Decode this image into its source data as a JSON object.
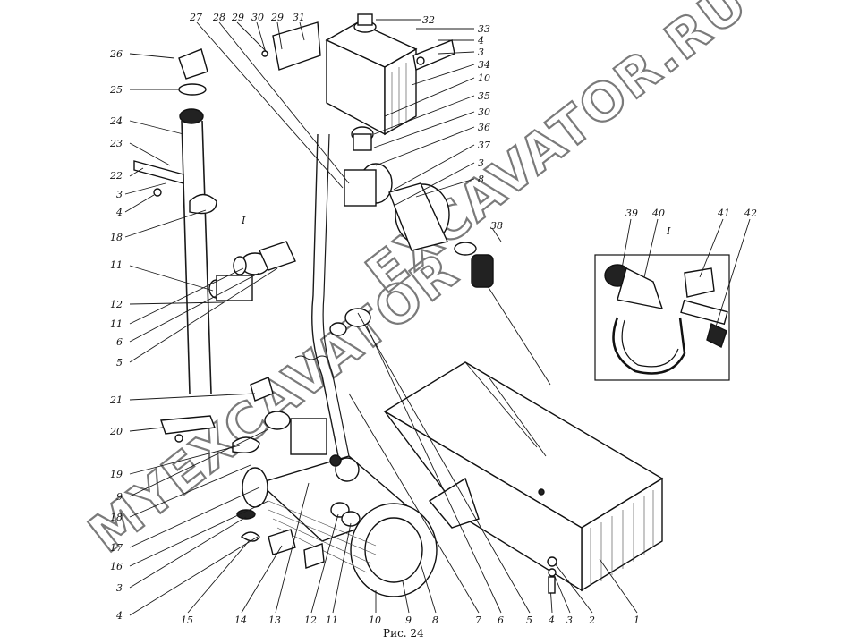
{
  "figure": {
    "caption": "Рис. 24",
    "watermark_top": "EXCAVATOR.RU",
    "watermark_bottom": "MYEXCAVATOR",
    "inset_label": "I",
    "callout_label": "I"
  },
  "labels": [
    "27",
    "28",
    "29",
    "30",
    "29",
    "31",
    "32",
    "33",
    "4",
    "3",
    "34",
    "10",
    "35",
    "30",
    "36",
    "37",
    "3",
    "8",
    "38",
    "26",
    "25",
    "24",
    "23",
    "22",
    "3",
    "4",
    "18",
    "11",
    "12",
    "11",
    "6",
    "5",
    "21",
    "20",
    "19",
    "9",
    "18",
    "17",
    "16",
    "3",
    "4",
    "15",
    "14",
    "13",
    "12",
    "11",
    "10",
    "9",
    "8",
    "7",
    "6",
    "5",
    "4",
    "3",
    "2",
    "1",
    "39",
    "40",
    "41",
    "42"
  ]
}
